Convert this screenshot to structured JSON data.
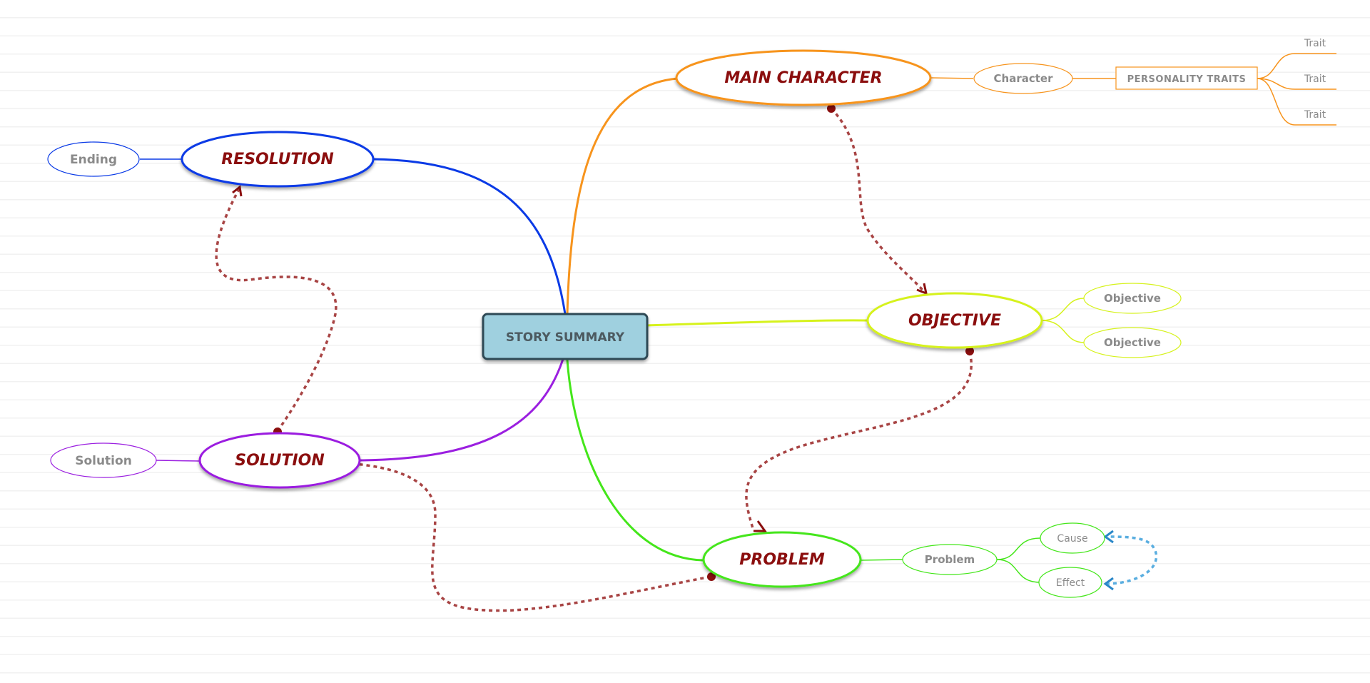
{
  "center": {
    "label": "STORY SUMMARY"
  },
  "topics": {
    "main_character": "MAIN CHARACTER",
    "objective": "OBJECTIVE",
    "problem": "PROBLEM",
    "solution": "SOLUTION",
    "resolution": "RESOLUTION"
  },
  "subtopics": {
    "character": "Character",
    "personality_traits": "PERSONALITY TRAITS",
    "traits": [
      "Trait",
      "Trait",
      "Trait"
    ],
    "objectives": [
      "Objective",
      "Objective"
    ],
    "problem": "Problem",
    "cause": "Cause",
    "effect": "Effect",
    "solution": "Solution",
    "ending": "Ending"
  },
  "colors": {
    "main_character": "#f7941d",
    "objective": "#d6f21c",
    "problem": "#44e61a",
    "solution": "#9b1fe0",
    "resolution": "#0a3ae6",
    "relationship": "#a84444",
    "center_fill": "#9fd0df",
    "center_border": "#2f4a54"
  }
}
